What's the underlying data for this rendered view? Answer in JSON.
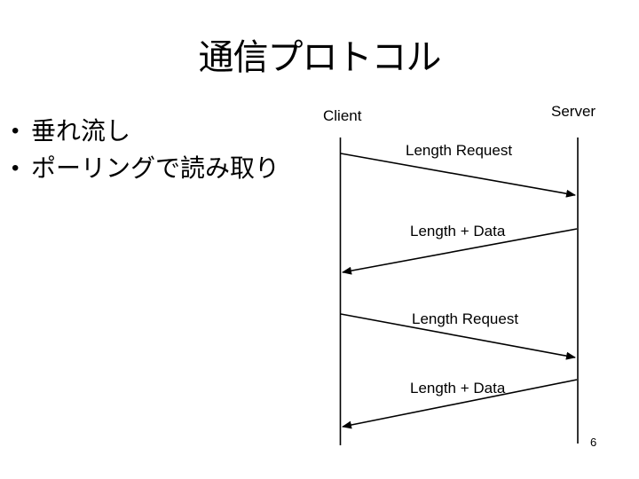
{
  "slide": {
    "title": "通信プロトコル",
    "bullet_char": "•",
    "bullets": [
      "垂れ流し",
      "ポーリングで読み取り"
    ],
    "page_number": "6",
    "background_color": "#ffffff",
    "text_color": "#000000"
  },
  "diagram": {
    "client_label": "Client",
    "server_label": "Server",
    "messages": [
      {
        "label": "Length Request",
        "from": "client",
        "to": "server"
      },
      {
        "label": "Length + Data",
        "from": "server",
        "to": "client"
      },
      {
        "label": "Length Request",
        "from": "client",
        "to": "server"
      },
      {
        "label": "Length + Data",
        "from": "server",
        "to": "client"
      }
    ]
  }
}
